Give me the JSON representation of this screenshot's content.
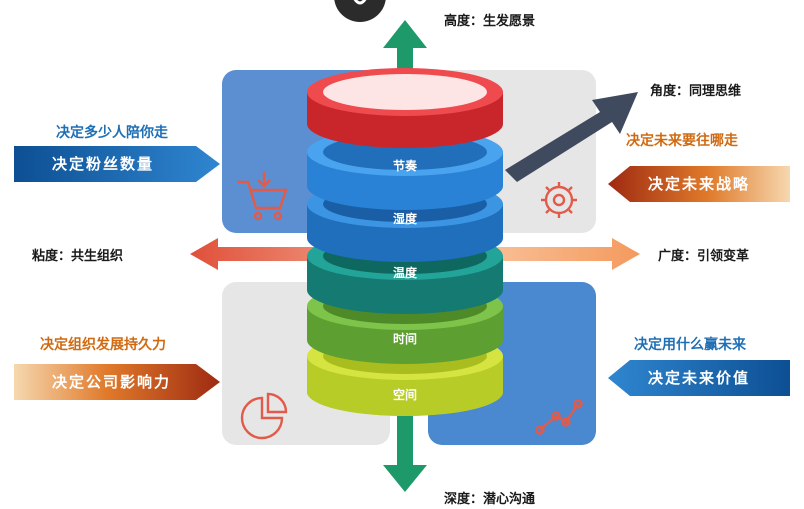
{
  "axes": {
    "top": "高度：生发愿景",
    "bottom": "深度：潜心沟通",
    "left": "粘度：共生组织",
    "right": "广度：引领变革",
    "diagonal": "角度：同理思维"
  },
  "blocks": {
    "top_left": {
      "heading": "决定多少人陪你走",
      "banner": "决定粉丝数量",
      "icon": "shopping-cart-icon"
    },
    "top_right": {
      "heading": "决定未来要往哪走",
      "banner": "决定未来战略",
      "icon": "gear-icon"
    },
    "bottom_left": {
      "heading": "决定组织发展持久力",
      "banner": "决定公司影响力",
      "icon": "pie-chart-icon"
    },
    "bottom_right": {
      "heading": "决定用什么赢未来",
      "banner": "决定未来价值",
      "icon": "line-chart-icon"
    }
  },
  "rings": [
    "节奏",
    "湿度",
    "温度",
    "时间",
    "空间"
  ],
  "colors": {
    "heading_blue": "#1f6fb5",
    "heading_orange": "#d06a12",
    "banner_blue": "#1565b0",
    "banner_orange": "#c9541a",
    "arrow_green": "#1e9a6a",
    "arrow_red": "#e5634a",
    "arrow_orange": "#f4a070",
    "arrow_navy": "#3f4a5e",
    "ring_red": "#e0353a",
    "ring_blue": "#2d86d8",
    "ring_teal": "#1a8f86",
    "ring_green": "#6fb53c",
    "ring_lime": "#c6d82f"
  }
}
